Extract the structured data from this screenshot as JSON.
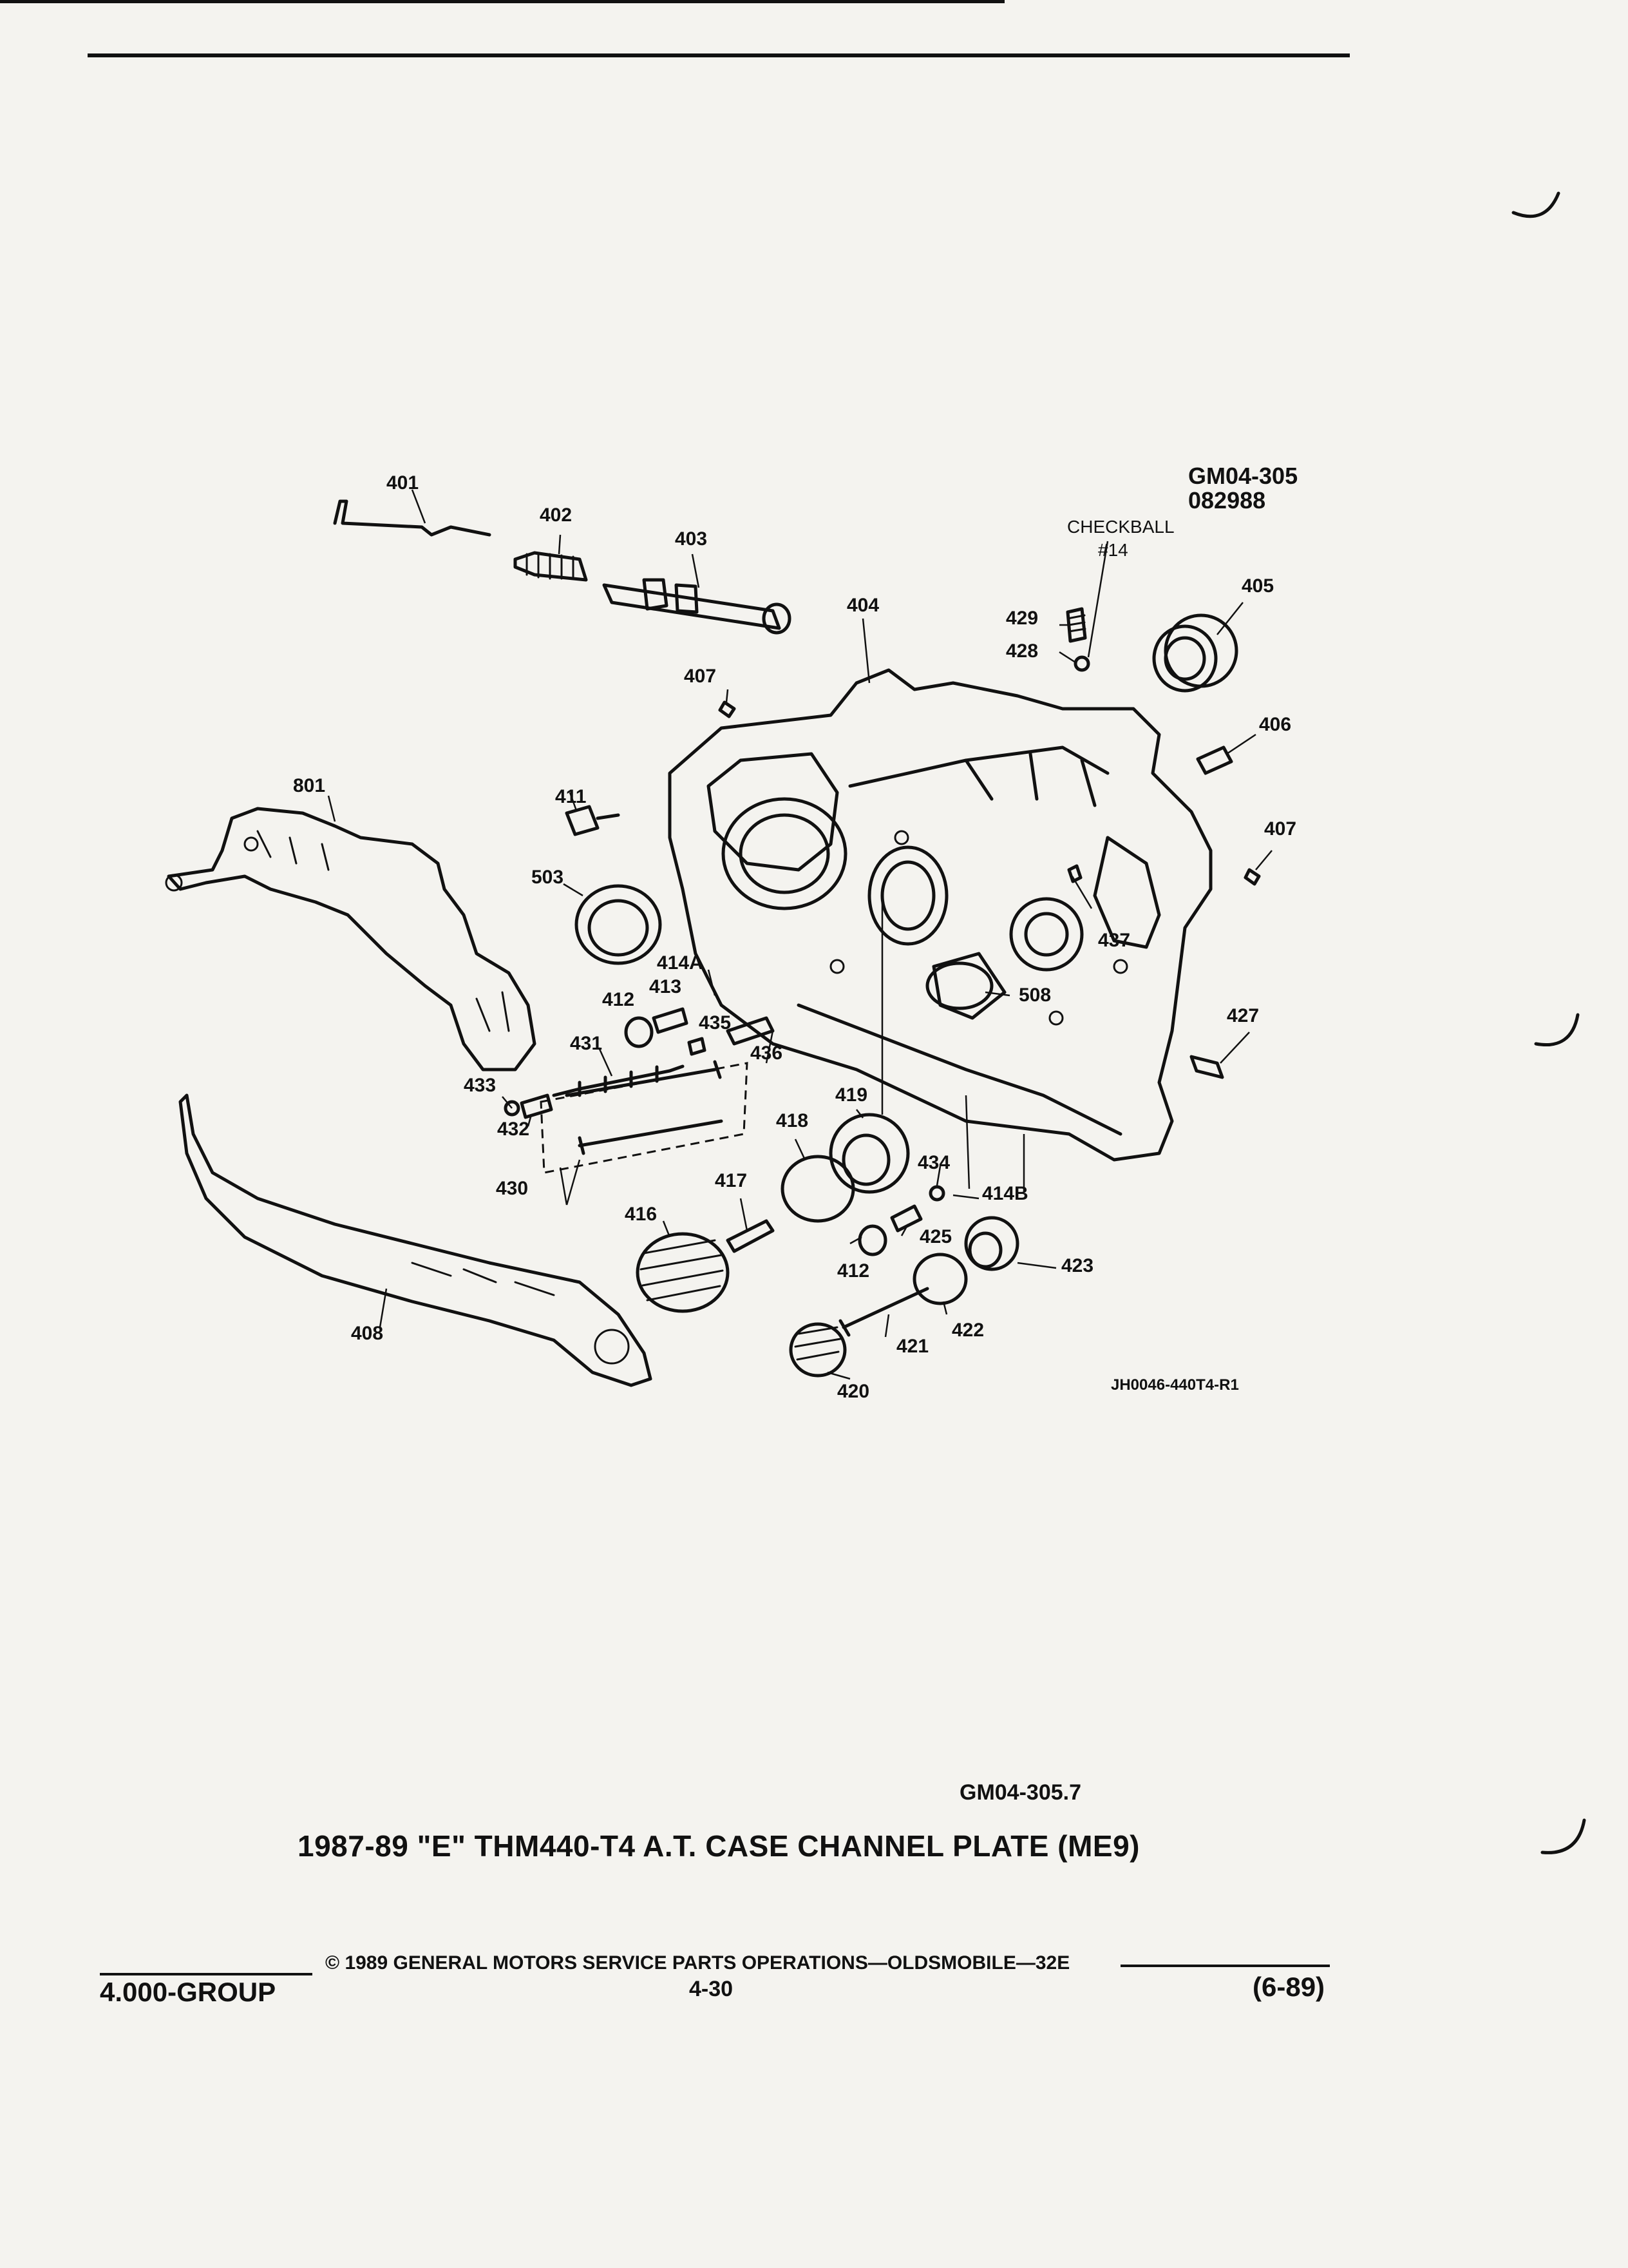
{
  "header": {
    "doc_code": "GM04-305",
    "doc_date": "082988",
    "checkball_label": "CHECKBALL",
    "checkball_number": "#14"
  },
  "callouts": {
    "c401": "401",
    "c402": "402",
    "c403": "403",
    "c404": "404",
    "c405": "405",
    "c406": "406",
    "c407a": "407",
    "c407b": "407",
    "c408": "408",
    "c411": "411",
    "c412a": "412",
    "c412b": "412",
    "c413": "413",
    "c414a": "414A",
    "c414b": "414B",
    "c416": "416",
    "c417": "417",
    "c418": "418",
    "c419": "419",
    "c420": "420",
    "c421": "421",
    "c422": "422",
    "c423": "423",
    "c425": "425",
    "c427": "427",
    "c428": "428",
    "c429": "429",
    "c430": "430",
    "c431": "431",
    "c432": "432",
    "c433": "433",
    "c434": "434",
    "c435": "435",
    "c436": "436",
    "c437": "437",
    "c503": "503",
    "c508": "508",
    "c801": "801"
  },
  "figure_ref": "JH0046-440T4-R1",
  "figure_id": "GM04-305.7",
  "caption": "1987-89 \"E\" THM440-T4 A.T. CASE CHANNEL PLATE (ME9)",
  "footer": {
    "group": "4.000-GROUP",
    "copyright": "© 1989 GENERAL MOTORS SERVICE PARTS OPERATIONS—OLDSMOBILE—32E",
    "page": "4-30",
    "revision": "(6-89)"
  }
}
